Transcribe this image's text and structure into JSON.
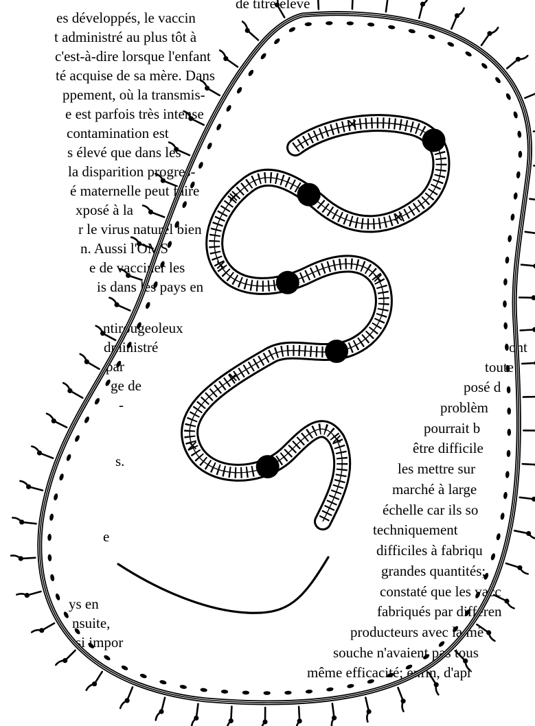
{
  "colors": {
    "background": "#ffffff",
    "ink": "#000000"
  },
  "top_fragment": "de titre élevé",
  "left_column": [
    "es développés, le vaccin",
    "t administré au plus tôt à",
    "c'est-à-dire lorsque l'enfant",
    "té acquise de sa mère. Dans",
    "ppement, où la transmis-",
    "e est parfois très intense",
    "contamination est",
    "s élevé que dans les",
    "la disparition progres-",
    "é maternelle peut faire",
    "xposé à la",
    "r le virus naturel bien",
    "n. Aussi l'OMS",
    "e de vacciner les",
    "is dans les pays en",
    "ntirougeoleux",
    "dministré",
    "par",
    "ge de",
    "-",
    "s.",
    "e",
    "ys en",
    "nsuite,",
    "si impor"
  ],
  "right_column": [
    "ont",
    "toute",
    "posé d",
    "problèm",
    "pourrait b",
    "être difficile",
    "les mettre sur",
    "marché à large",
    "échelle car ils so",
    "techniquement",
    "difficiles à fabriqu",
    "grandes quantités;",
    "constaté que les vacc",
    "fabriqués par différen",
    "producteurs avec la mê",
    "souche n'avaient pas tous",
    "même efficacité; enfin, d'apr"
  ],
  "illustration": {
    "subject": "virus particle drawing (ink line art)"
  }
}
